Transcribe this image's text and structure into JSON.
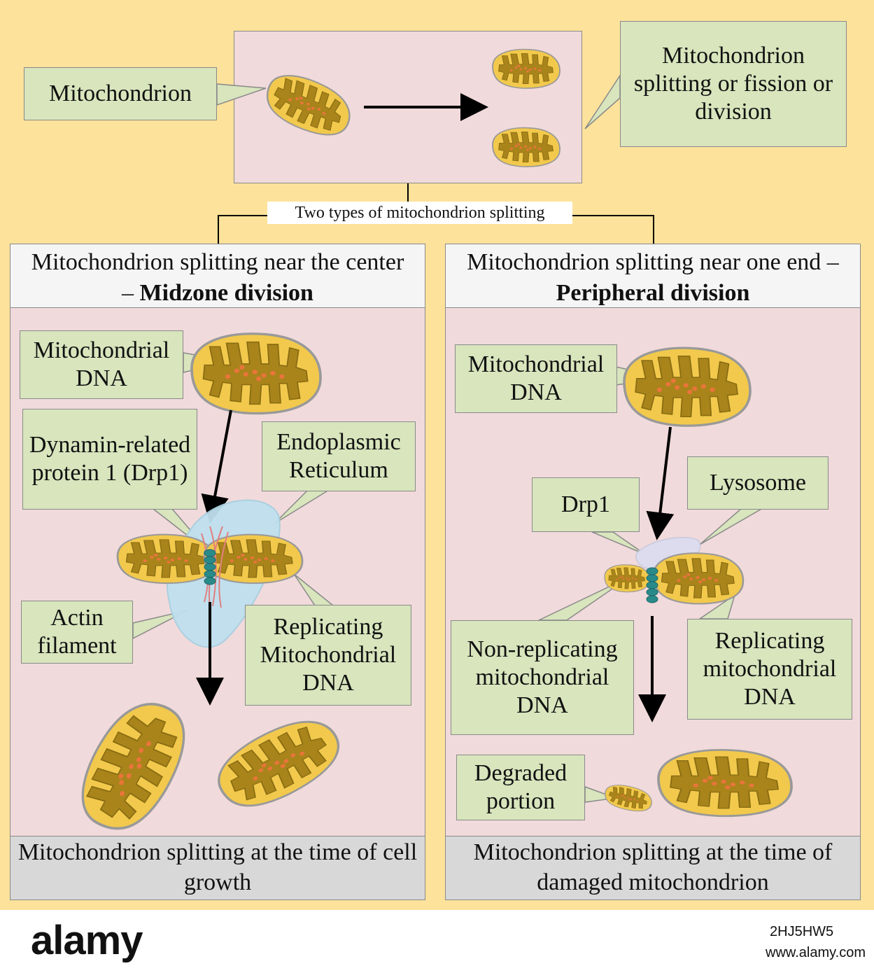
{
  "top": {
    "mitochondrion_label": "Mitochondrion",
    "fission_label": "Mitochondrion splitting or fission or division",
    "types_label": "Two types of mitochondrion splitting"
  },
  "left": {
    "header_line1": "Mitochondrion splitting near the center",
    "header_line2_prefix": "– ",
    "header_line2_bold": "Midzone division",
    "mtdna_label": "Mitochondrial DNA",
    "drp1_label": "Dynamin-related protein 1 (Drp1)",
    "er_label": "Endoplasmic Reticulum",
    "actin_label": "Actin filament",
    "replicating_label": "Replicating Mitochondrial DNA",
    "footer": "Mitochondrion splitting at the time of cell growth"
  },
  "right": {
    "header_line1": "Mitochondrion splitting near one end –",
    "header_line2_bold": "Peripheral division",
    "mtdna_label": "Mitochondrial DNA",
    "drp1_label": "Drp1",
    "lysosome_label": "Lysosome",
    "nonrep_label": "Non-replicating mitochondrial DNA",
    "replicating_label": "Replicating mitochondrial DNA",
    "degraded_label": "Degraded portion",
    "footer": "Mitochondrion splitting at the time of damaged mitochondrion"
  },
  "colors": {
    "background": "#fde29b",
    "panel": "#f1dadb",
    "label_box": "#d8e5bd",
    "mito_outer": "#f2c94c",
    "mito_inner": "#a8841b",
    "dna": "#e8753a",
    "er": "#bfe0ef",
    "lysosome": "#dcdcee",
    "drp1": "#2a8a8a",
    "actin": "#e08080"
  },
  "watermark": {
    "brand": "alamy",
    "image_id": "2HJ5HW5",
    "site": "www.alamy.com"
  }
}
